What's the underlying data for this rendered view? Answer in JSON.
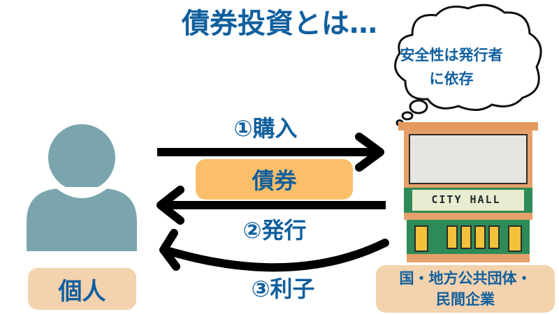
{
  "title": "債券投資とは…",
  "thought_bubble": {
    "line1": "安全性は発行者",
    "line2": "に依存"
  },
  "steps": {
    "purchase": "①購入",
    "bond": "債券",
    "issue": "②発行",
    "interest": "③利子"
  },
  "individual": {
    "label": "個人",
    "icon": "person-icon"
  },
  "issuer": {
    "line1": "国・地方公共団体・",
    "line2": "民間企業",
    "sign": "CITY HALL",
    "icon": "city-hall-icon"
  },
  "colors": {
    "title": "#0f5f9e",
    "person": "#7aa5ad",
    "bond_pill": "#fbbf6a",
    "label_pill": "#f3d2ae",
    "arrow": "#000000"
  }
}
